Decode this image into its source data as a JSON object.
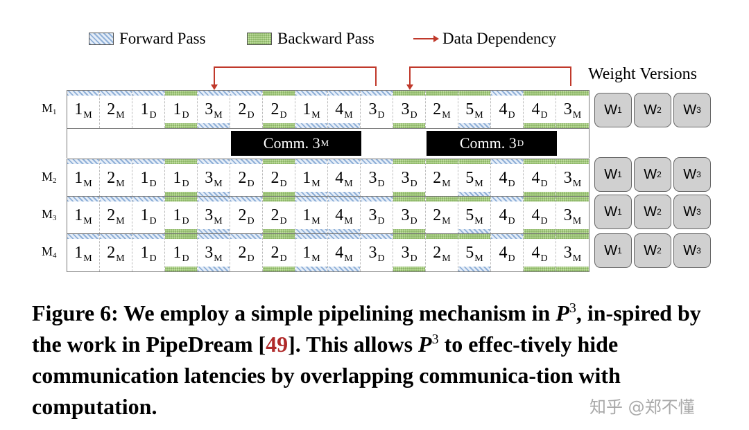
{
  "legend": [
    {
      "label": "Forward Pass",
      "kind": "forward"
    },
    {
      "label": "Backward Pass",
      "kind": "backward"
    },
    {
      "label": "Data Dependency",
      "kind": "dependency"
    }
  ],
  "weight_versions_title": "Weight Versions",
  "rows": [
    {
      "name": "M",
      "index": "1"
    },
    {
      "name": "M",
      "index": "2"
    },
    {
      "name": "M",
      "index": "3"
    },
    {
      "name": "M",
      "index": "4"
    }
  ],
  "cells": [
    {
      "n": "1",
      "s": "M"
    },
    {
      "n": "2",
      "s": "M"
    },
    {
      "n": "1",
      "s": "D"
    },
    {
      "n": "1",
      "s": "D"
    },
    {
      "n": "3",
      "s": "M"
    },
    {
      "n": "2",
      "s": "D"
    },
    {
      "n": "2",
      "s": "D"
    },
    {
      "n": "1",
      "s": "M"
    },
    {
      "n": "4",
      "s": "M"
    },
    {
      "n": "3",
      "s": "D"
    },
    {
      "n": "3",
      "s": "D"
    },
    {
      "n": "2",
      "s": "M"
    },
    {
      "n": "5",
      "s": "M"
    },
    {
      "n": "4",
      "s": "D"
    },
    {
      "n": "4",
      "s": "D"
    },
    {
      "n": "3",
      "s": "M"
    }
  ],
  "cell_pass": {
    "top": [
      "forward",
      "forward",
      "forward",
      "backward",
      "forward",
      "forward",
      "backward",
      "forward",
      "forward",
      "forward",
      "backward",
      "backward",
      "backward",
      "forward",
      "backward",
      "backward"
    ],
    "bottom": [
      "none",
      "none",
      "none",
      "backward",
      "forward",
      "none",
      "backward",
      "forward",
      "forward",
      "none",
      "backward",
      "none",
      "forward",
      "none",
      "backward",
      "backward"
    ]
  },
  "comm": [
    {
      "label": "Comm. 3",
      "sub": "M"
    },
    {
      "label": "Comm. 3",
      "sub": "D"
    }
  ],
  "weights": [
    {
      "label": "W",
      "sub": "1"
    },
    {
      "label": "W",
      "sub": "2"
    },
    {
      "label": "W",
      "sub": "3"
    }
  ],
  "caption": {
    "p1": "Figure 6: We employ a simple pipelining mechanism in ",
    "p_sym": "P",
    "p_exp": "3",
    "p2": ", in-spired by the work in PipeDream [",
    "ref": "49",
    "p3": "]. This allows ",
    "p4": " to effec-tively hide communication latencies by overlapping communica-tion with computation."
  },
  "watermark": "知乎 @郑不懂",
  "colors": {
    "dependency": "#c0392b",
    "forward": "#8fb0d8",
    "backward": "#8fb86a",
    "citation": "#b02a2a"
  }
}
